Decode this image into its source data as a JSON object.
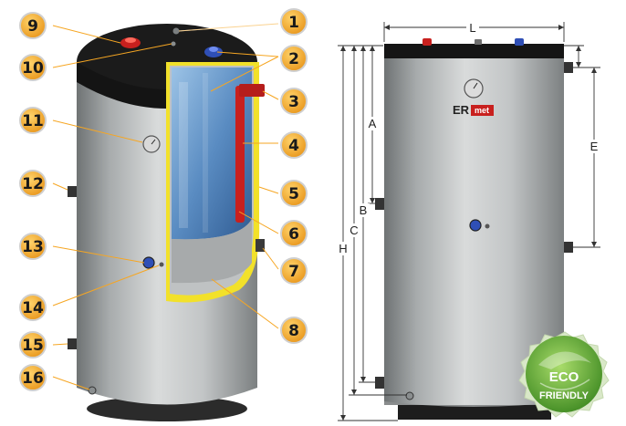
{
  "callouts": [
    {
      "label": "1"
    },
    {
      "label": "2"
    },
    {
      "label": "3"
    },
    {
      "label": "4"
    },
    {
      "label": "5"
    },
    {
      "label": "6"
    },
    {
      "label": "7"
    },
    {
      "label": "8"
    },
    {
      "label": "9"
    },
    {
      "label": "10"
    },
    {
      "label": "11"
    },
    {
      "label": "12"
    },
    {
      "label": "13"
    },
    {
      "label": "14"
    },
    {
      "label": "15"
    },
    {
      "label": "16"
    }
  ],
  "dimensions": {
    "width_label": "L",
    "a_label": "A",
    "b_label": "B",
    "c_label": "C",
    "h_label": "H",
    "e_label": "E"
  },
  "brand": {
    "prefix": "ER",
    "suffix": "met"
  },
  "eco_badge": {
    "line1": "ECO",
    "line2": "FRIENDLY"
  },
  "colors": {
    "callout_fill": "#f6a623",
    "insulation": "#f2e12a",
    "element": "#c8201e",
    "water": "#4f7fb7",
    "shell": "#b9bcbd",
    "eco_green": "#58a534"
  }
}
